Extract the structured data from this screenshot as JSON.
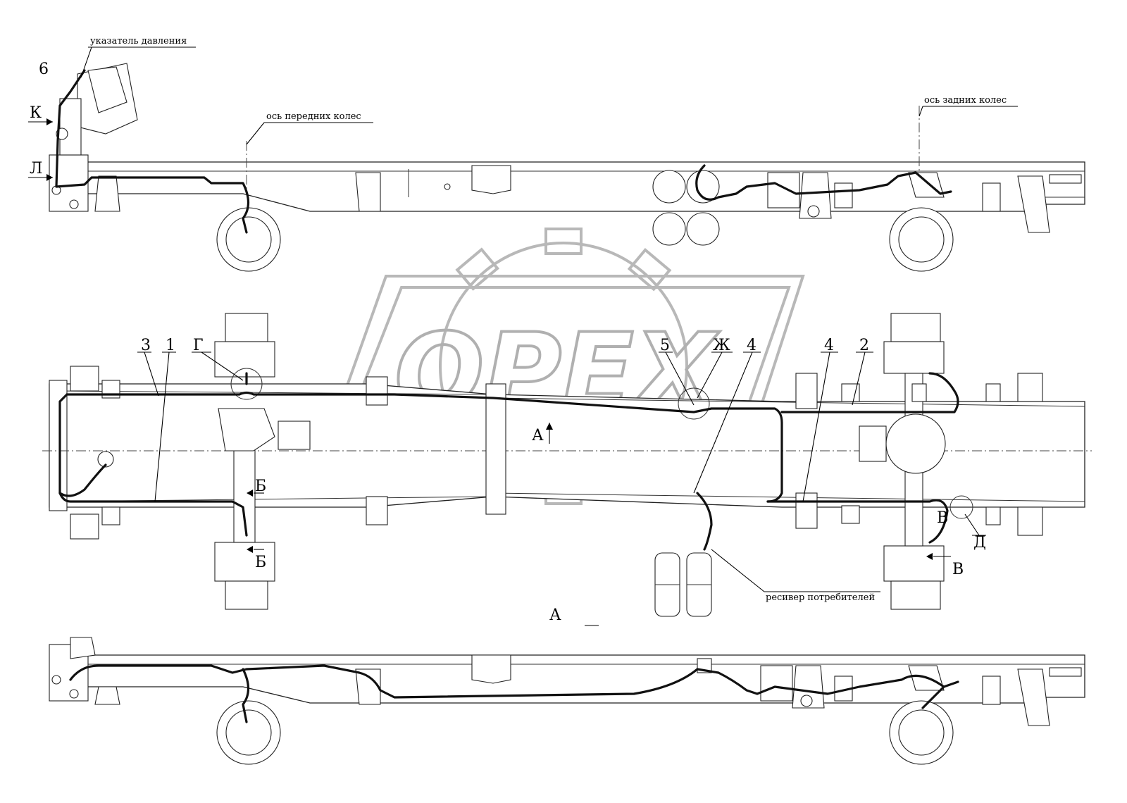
{
  "labels": {
    "pressure_gauge": "указатель давления",
    "front_axle": "ось передних колес",
    "rear_axle": "ось задних колес",
    "receiver": "ресивер потребителей",
    "view_a": "А",
    "view_a_arrow": "А",
    "mark_6": "6",
    "mark_k": "К",
    "mark_l": "Л",
    "mark_3": "3",
    "mark_1": "1",
    "mark_g": "Г",
    "mark_5": "5",
    "mark_zh": "Ж",
    "mark_4a": "4",
    "mark_4b": "4",
    "mark_2": "2",
    "mark_b1": "Б",
    "mark_b2": "Б",
    "mark_v1": "В",
    "mark_v2": "В",
    "mark_d": "Д"
  },
  "watermark": {
    "text": "OPEX"
  },
  "colors": {
    "line": "#111111",
    "watermark": "#b0b0b0"
  }
}
